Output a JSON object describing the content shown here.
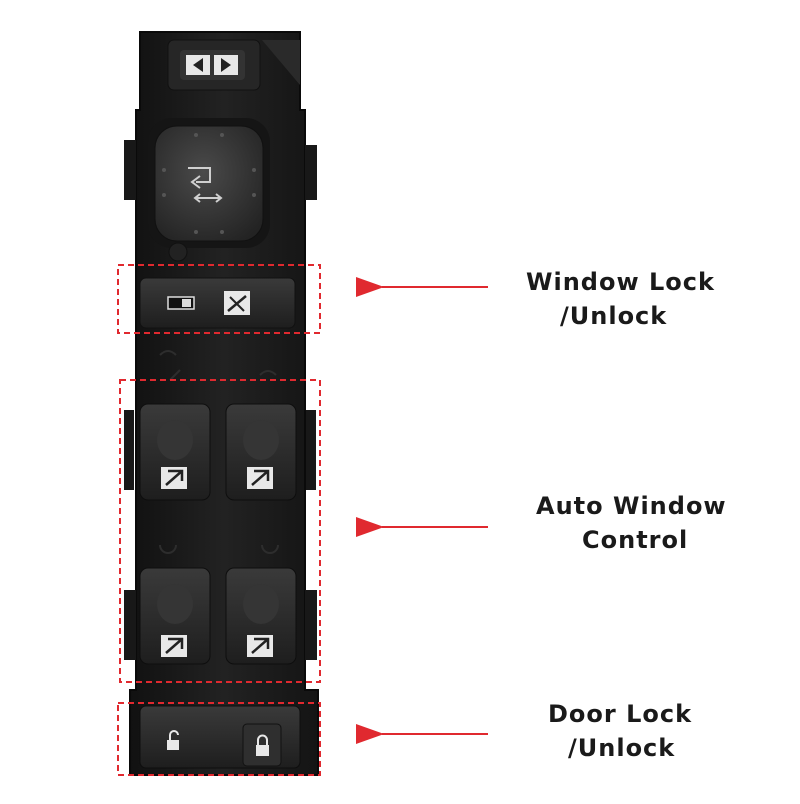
{
  "photo": {
    "background": "#ffffff",
    "panel_color": "#1b1b1b",
    "switch_color": "#2b2b2b",
    "highlight_color": "#e0292f"
  },
  "callouts": [
    {
      "line1": "Window Lock",
      "line2": "/Unlock"
    },
    {
      "line1": "Auto Window",
      "line2": "Control"
    },
    {
      "line1": "Door Lock",
      "line2": "/Unlock"
    }
  ],
  "icons": {
    "mirror_selector": "left-right-arrows-icon",
    "mirror_joystick": "mirror-adjust-icon",
    "window_lock": "window-lock-icon",
    "window_switch": "window-up-down-icon",
    "door_unlock": "unlocked-padlock-icon",
    "door_lock": "locked-padlock-icon"
  }
}
